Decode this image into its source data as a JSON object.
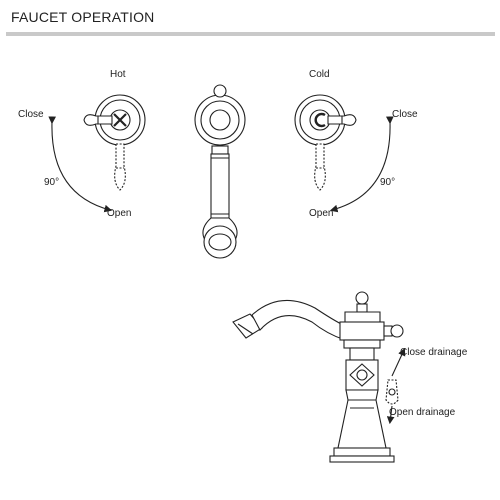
{
  "title": "FAUCET OPERATION",
  "top_diagram": {
    "hot_label": "Hot",
    "cold_label": "Cold",
    "left_close": "Close",
    "left_open": "Open",
    "left_angle": "90°",
    "right_close": "Close",
    "right_open": "Open",
    "right_angle": "90°"
  },
  "bottom_diagram": {
    "close_drainage": "Close drainage",
    "open_drainage": "Open drainage"
  }
}
